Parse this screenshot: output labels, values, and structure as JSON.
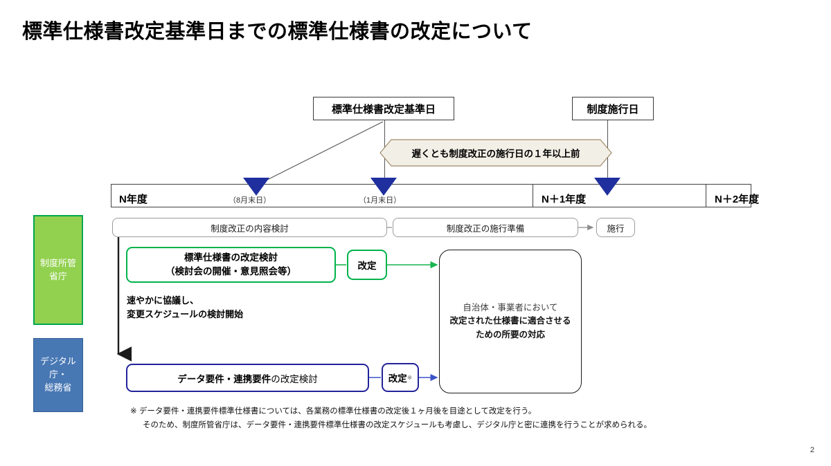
{
  "slide": {
    "title": "標準仕様書改定基準日までの標準仕様書の改定について",
    "page_number": "2",
    "colors": {
      "green_accent": "#00B34A",
      "green_chip": "#92D14F",
      "blue_accent": "#22229B",
      "blue_chip": "#4878B4",
      "marker_navy": "#1F2F9E",
      "gray_border": "#9C9C9C",
      "hex_fill": "#F2EFE6",
      "hex_border": "#A08B6B"
    }
  },
  "callouts": {
    "standard_spec_revision_date": "標準仕様書改定基準日",
    "system_enforcement_date": "制度施行日"
  },
  "banner": {
    "text": "遅くとも制度改正の施行日の１年以上前"
  },
  "timeline": {
    "segments": [
      {
        "label": "N年度",
        "sub": ""
      },
      {
        "label": "N＋1年度",
        "sub": ""
      },
      {
        "label": "N＋2年度",
        "sub": ""
      }
    ],
    "date_marks": [
      {
        "label": "（8月末日）"
      },
      {
        "label": "（1月末日）"
      }
    ]
  },
  "roles": [
    {
      "id": "seido-shokan",
      "line1": "制度所管",
      "line2": "省庁"
    },
    {
      "id": "digital-soumu",
      "line1": "デジタル庁・",
      "line2": "総務省"
    }
  ],
  "process_bars": [
    {
      "id": "content-review",
      "label": "制度改正の内容検討"
    },
    {
      "id": "enforcement-prep",
      "label": "制度改正の施行準備"
    },
    {
      "id": "enforcement",
      "label": "施行"
    }
  ],
  "green_track": {
    "main_line1": "標準仕様書の改定検討",
    "main_line2": "（検討会の開催・意見照会等）",
    "revision_label": "改定",
    "note_line1": "速やかに協議し、",
    "note_line2": "変更スケジュールの検討開始"
  },
  "blue_track": {
    "main_label_bold": "データ要件・連携要件",
    "main_label_rest": "の改定検討",
    "revision_label": "改定",
    "revision_mark": "※"
  },
  "outcome_box": {
    "line1": "自治体・事業者において",
    "line2": "改定された仕様書に適合させる",
    "line3": "ための所要の対応"
  },
  "footnote": {
    "line1": "※ データ要件・連携要件標準仕様書については、各業務の標準仕様書の改定後１ヶ月後を目途として改定を行う。",
    "line2": "そのため、制度所管省庁は、データ要件・連携要件標準仕様書の改定スケジュールも考慮し、デジタル庁と密に連携を行うことが求められる。"
  }
}
